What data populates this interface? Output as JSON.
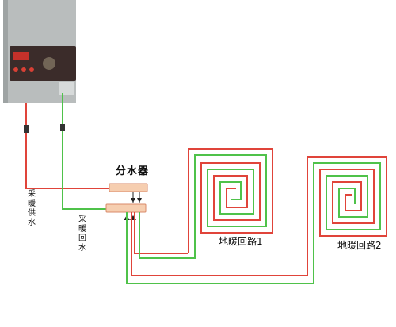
{
  "manifold_label": "分水器",
  "supply_label": "采暖供水",
  "return_label": "采暖回水",
  "loop1_label": "地暖回路1",
  "loop2_label": "地暖回路2",
  "colors": {
    "supply": "#e0443a",
    "return": "#4fc24a",
    "boiler_body": "#b8bcbc",
    "panel": "#3a2a28",
    "manifold": "#f4c9a8"
  },
  "icons": [
    "boiler-unit",
    "manifold-bar",
    "flow-arrow"
  ]
}
